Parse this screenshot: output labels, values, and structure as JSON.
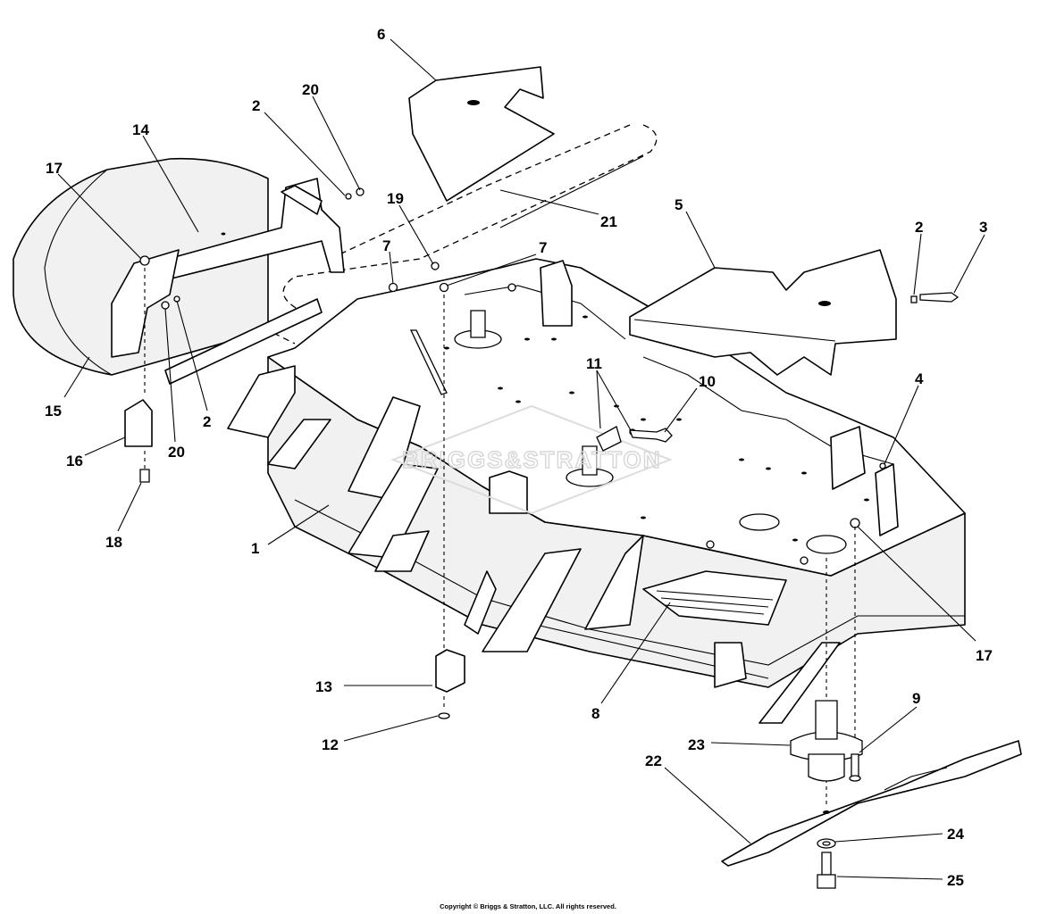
{
  "watermark": "BRIGGS&STRATTON",
  "copyright": "Copyright © Briggs & Stratton, LLC. All rights reserved.",
  "callouts": [
    {
      "id": "c6",
      "label": "6"
    },
    {
      "id": "c20a",
      "label": "20"
    },
    {
      "id": "c2a",
      "label": "2"
    },
    {
      "id": "c14",
      "label": "14"
    },
    {
      "id": "c17a",
      "label": "17"
    },
    {
      "id": "c19",
      "label": "19"
    },
    {
      "id": "c7a",
      "label": "7"
    },
    {
      "id": "c7b",
      "label": "7"
    },
    {
      "id": "c21",
      "label": "21"
    },
    {
      "id": "c5",
      "label": "5"
    },
    {
      "id": "c2b",
      "label": "2"
    },
    {
      "id": "c3",
      "label": "3"
    },
    {
      "id": "c15",
      "label": "15"
    },
    {
      "id": "c2c",
      "label": "2"
    },
    {
      "id": "c20b",
      "label": "20"
    },
    {
      "id": "c16",
      "label": "16"
    },
    {
      "id": "c18",
      "label": "18"
    },
    {
      "id": "c11",
      "label": "11"
    },
    {
      "id": "c10",
      "label": "10"
    },
    {
      "id": "c4",
      "label": "4"
    },
    {
      "id": "c1",
      "label": "1"
    },
    {
      "id": "c17b",
      "label": "17"
    },
    {
      "id": "c13",
      "label": "13"
    },
    {
      "id": "c12",
      "label": "12"
    },
    {
      "id": "c8",
      "label": "8"
    },
    {
      "id": "c9",
      "label": "9"
    },
    {
      "id": "c23",
      "label": "23"
    },
    {
      "id": "c22",
      "label": "22"
    },
    {
      "id": "c24",
      "label": "24"
    },
    {
      "id": "c25",
      "label": "25"
    }
  ]
}
